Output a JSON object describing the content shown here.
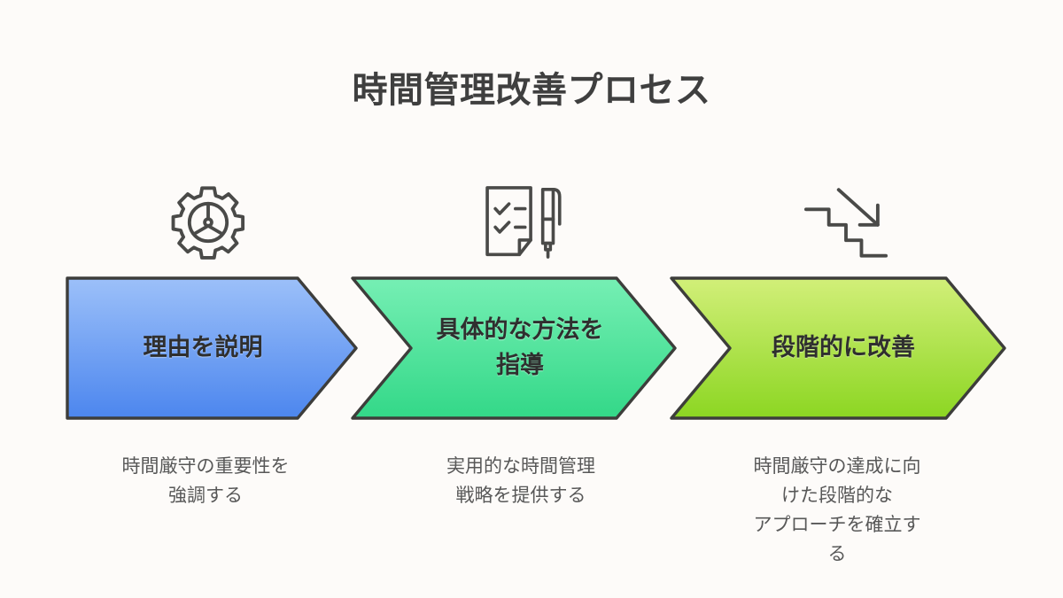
{
  "page": {
    "title": "時間管理改善プロセス",
    "background_color": "#fdfbf9",
    "title_color": "#3f3f3f"
  },
  "diagram": {
    "type": "chevron-process",
    "step_count": 3,
    "icon_color": "#4a4a48",
    "outline_color": "#3d3d3b",
    "steps": [
      {
        "index": 1,
        "icon": "gear-icon",
        "label": "理由を説明",
        "caption": "時間厳守の重要性を\n強調する",
        "color_top": "#93bbf8",
        "color_bottom": "#4c86ee"
      },
      {
        "index": 2,
        "icon": "checklist-pen-icon",
        "label": "具体的な方法を\n指導",
        "caption": "実用的な時間管理\n戦略を提供する",
        "color_top": "#74efb2",
        "color_bottom": "#35d98a"
      },
      {
        "index": 3,
        "icon": "stairs-down-arrow-icon",
        "label": "段階的に改善",
        "caption": "時間厳守の達成に向\nけた段階的な\nアプローチを確立す\nる",
        "color_top": "#cfee72",
        "color_bottom": "#8ed627"
      }
    ]
  }
}
